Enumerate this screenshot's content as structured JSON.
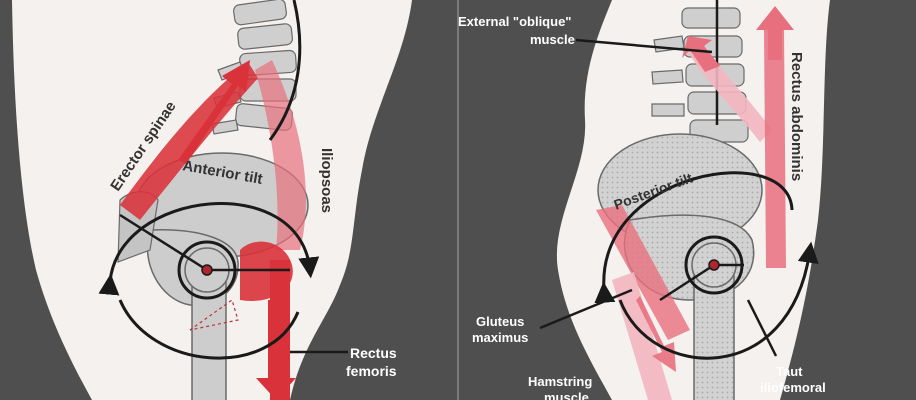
{
  "panels": {
    "left": {
      "labels": {
        "erector": "Erector spinae",
        "tilt": "Anterior tilt",
        "iliopsoas": "Iliopsoas",
        "rectus_femoris_1": "Rectus",
        "rectus_femoris_2": "femoris"
      }
    },
    "right": {
      "labels": {
        "oblique_1": "External \"oblique\"",
        "oblique_2": "muscle",
        "rectus_abdominis": "Rectus abdominis",
        "tilt": "Posterior tilt",
        "gluteus_1": "Gluteus",
        "gluteus_2": "maximus",
        "hamstring_1": "Hamstring",
        "hamstring_2": "muscle",
        "taut_1": "Taut",
        "taut_2": "iliofemoral"
      }
    }
  },
  "colors": {
    "background_gray": "#4f4f4f",
    "body": "#f4f1ee",
    "bone": "#cdcdcd",
    "bone_stroke": "#6a6a6a",
    "muscle_red": "#d9323a",
    "muscle_pink": "#e8707e",
    "muscle_light": "#f3b6bf",
    "arrow_black": "#1a1a1a"
  }
}
